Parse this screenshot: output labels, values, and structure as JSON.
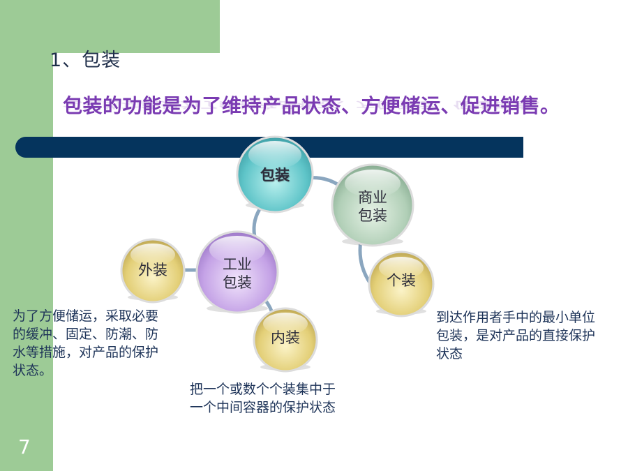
{
  "slide": {
    "heading": "1、包装",
    "subtitle": "包装的功能是为了维持产品状态、方便储运、促进销售。",
    "page_number": "7"
  },
  "diagram": {
    "root": "包装",
    "commercial": {
      "line1": "商业",
      "line2": "包装"
    },
    "individual": "个装",
    "industrial": {
      "line1": "工业",
      "line2": "包装"
    },
    "outer": "外装",
    "inner": "内装"
  },
  "descriptions": {
    "outer": [
      "为了方便储运，采取必要",
      "的缓冲、固定、防潮、防",
      "水等措施，对产品的保护",
      "状态。"
    ],
    "inner": [
      "把一个或数个个装集中于",
      "一个中间容器的保护状态"
    ],
    "individual": [
      "到达作用者手中的最小单位",
      "包装，是对产品的直接保护",
      "状态"
    ]
  },
  "colors": {
    "green": "#9dcb96",
    "navy_bar": "#05345d",
    "subtitle": "#7a3bb2",
    "teal_bubble": "#6ccfd2",
    "sage_bubble": "#b6d4bd",
    "lavender_bubble": "#c8a6e8",
    "yellow_bubble": "#e6d37c",
    "connector": "#8aa6bf"
  }
}
